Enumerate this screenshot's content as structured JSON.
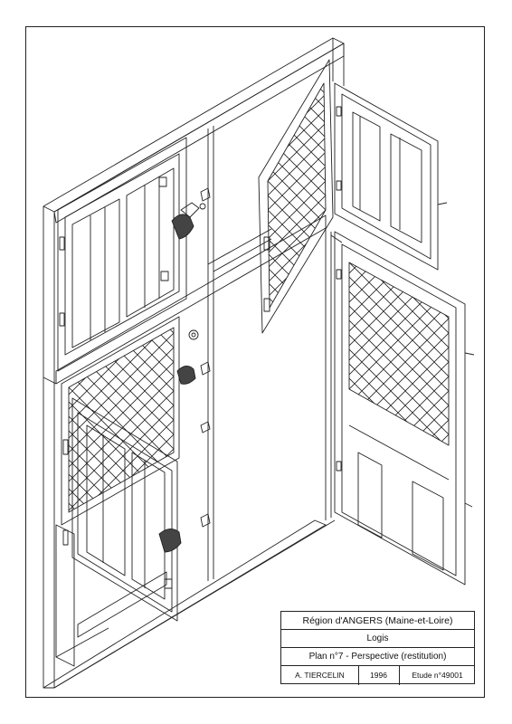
{
  "title_block": {
    "region": "Région d'ANGERS (Maine-et-Loire)",
    "building": "Logis",
    "plan": "Plan n°7 - Perspective (restitution)",
    "author": "A. TIERCELIN",
    "year": "1996",
    "study": "Etude n°49001"
  },
  "colors": {
    "ink": "#222222",
    "paper": "#ffffff"
  }
}
